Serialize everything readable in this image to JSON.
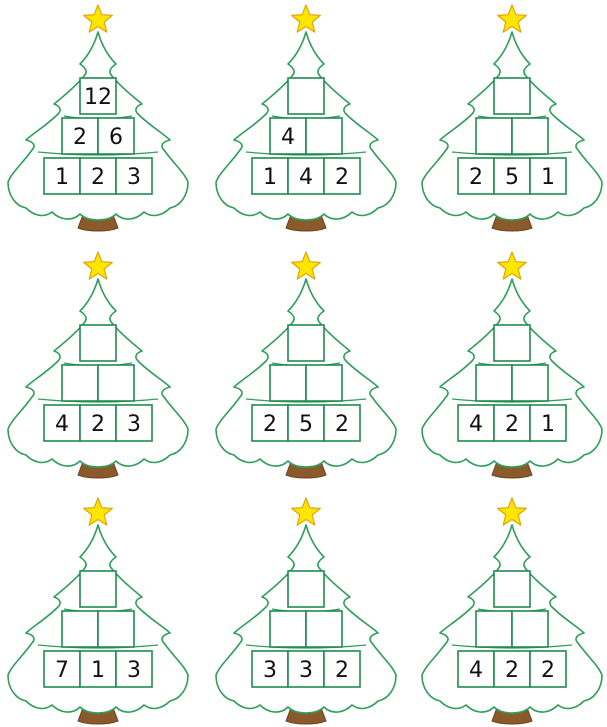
{
  "colors": {
    "outline": "#2f9e5a",
    "tree_fill": "#ffffff",
    "star_fill": "#ffe600",
    "star_stroke": "#e0a400",
    "trunk": "#8b5a2b",
    "trunk_stroke": "#6b4420",
    "box_stroke": "#1f8a4c",
    "text": "#111111"
  },
  "icons": {
    "star": "star-icon",
    "trunk": "tree-trunk"
  },
  "trees": [
    {
      "top": "12",
      "middle": [
        "2",
        "6"
      ],
      "bottom": [
        "1",
        "2",
        "3"
      ]
    },
    {
      "top": "",
      "middle": [
        "4",
        ""
      ],
      "bottom": [
        "1",
        "4",
        "2"
      ]
    },
    {
      "top": "",
      "middle": [
        "",
        ""
      ],
      "bottom": [
        "2",
        "5",
        "1"
      ]
    },
    {
      "top": "",
      "middle": [
        "",
        ""
      ],
      "bottom": [
        "4",
        "2",
        "3"
      ]
    },
    {
      "top": "",
      "middle": [
        "",
        ""
      ],
      "bottom": [
        "2",
        "5",
        "2"
      ]
    },
    {
      "top": "",
      "middle": [
        "",
        ""
      ],
      "bottom": [
        "4",
        "2",
        "1"
      ]
    },
    {
      "top": "",
      "middle": [
        "",
        ""
      ],
      "bottom": [
        "7",
        "1",
        "3"
      ]
    },
    {
      "top": "",
      "middle": [
        "",
        ""
      ],
      "bottom": [
        "3",
        "3",
        "2"
      ]
    },
    {
      "top": "",
      "middle": [
        "",
        ""
      ],
      "bottom": [
        "4",
        "2",
        "2"
      ]
    }
  ]
}
